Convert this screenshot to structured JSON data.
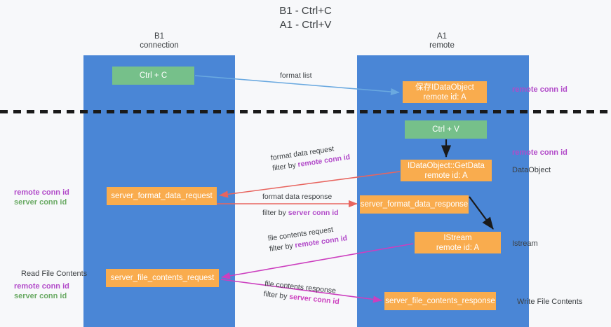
{
  "title": {
    "line1": "B1 - Ctrl+C",
    "line2": "A1 - Ctrl+V"
  },
  "lanes": [
    {
      "name": "B1",
      "sub": "connection"
    },
    {
      "name": "A1",
      "sub": "remote"
    }
  ],
  "boxes": {
    "ctrl_c": {
      "label": "Ctrl + C",
      "color": "#76c08a"
    },
    "idataobject": {
      "line1": "保存IDataObject",
      "line2": "remote id: A",
      "color": "#f9ac4e"
    },
    "ctrl_v": {
      "label": "Ctrl + V",
      "color": "#76c08a"
    },
    "getdata": {
      "line1": "IDataObject::GetData",
      "line2": "remote id: A",
      "color": "#f9ac4e"
    },
    "server_format_data_request": {
      "label": "server_format_data_request",
      "color": "#f9ac4e"
    },
    "server_format_data_response": {
      "label": "server_format_data_response",
      "color": "#f9ac4e"
    },
    "istream": {
      "line1": "IStream",
      "line2": "remote id: A",
      "color": "#f9ac4e"
    },
    "server_file_contents_request": {
      "label": "server_file_contents_request",
      "color": "#f9ac4e"
    },
    "server_file_contents_response": {
      "label": "server_file_contents_response",
      "color": "#f9ac4e"
    }
  },
  "edge_labels": {
    "format_list": "format list",
    "format_data_request": "format data request",
    "format_data_request_filter_prefix": "filter by ",
    "format_data_request_filter_id": "remote conn id",
    "format_data_response": "format data response",
    "format_data_response_filter_prefix": "filter by ",
    "format_data_response_filter_id": "server conn id",
    "file_contents_request": "file contents request",
    "file_contents_request_filter_prefix": "filter by ",
    "file_contents_request_filter_id": "remote conn id",
    "file_contents_response": "file contents response",
    "file_contents_response_filter_prefix": "filter by ",
    "file_contents_response_filter_id": "server conn id"
  },
  "annotations": {
    "right_remote_conn_id_top": "remote conn id",
    "right_remote_conn_id_mid": "remote conn id",
    "right_dataobject": "DataObject",
    "right_istream": "Istream",
    "right_write_file_contents": "Write File Contents",
    "left_remote_conn_id": "remote conn id",
    "left_server_conn_id": "server conn id",
    "left_read_file_contents": "Read File Contents",
    "left_remote_conn_id_2": "remote conn id",
    "left_server_conn_id_2": "server conn id"
  },
  "colors": {
    "lane": "#4a86d6",
    "green_box": "#76c08a",
    "orange_box": "#f9ac4e",
    "purple_id": "#b24bc9",
    "green_id": "#6aaa64",
    "magenta_id": "#cc3fbf",
    "arrow_blue": "#6aa9e0",
    "arrow_red": "#e8655f",
    "arrow_magenta": "#cc3fbf",
    "arrow_black": "#1a1a1a",
    "background": "#f7f8fa"
  }
}
